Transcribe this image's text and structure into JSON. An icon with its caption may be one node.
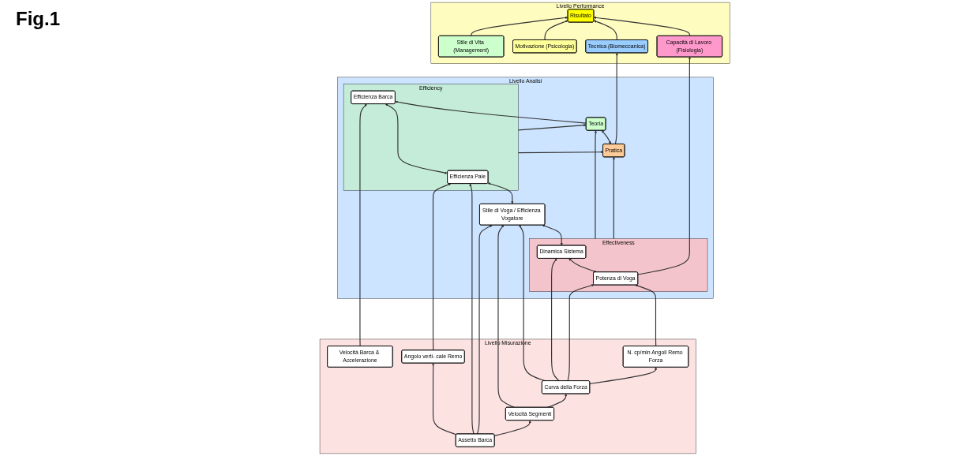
{
  "diagram": {
    "nodes": [
      {
        "text": [
          "Livello Performance"
        ]
      },
      {
        "text": [
          "Risultato"
        ],
        "in": 0
      },
      {
        "text": [
          "Capacità di Lavoro (Fisiologia)"
        ],
        "in": 0
      },
      {
        "text": [
          "Tecnica (Biomeccanica)"
        ],
        "in": 0
      },
      {
        "text": [
          "Motivazione (Psicologia)"
        ],
        "in": 0
      },
      {
        "text": [
          "Stile di Vita (Management)"
        ],
        "in": 0
      },
      {
        "text": [
          "Livello Analisi"
        ]
      },
      {
        "text": [
          "Pratica"
        ],
        "in": 6
      },
      {
        "text": [
          "Teoria"
        ],
        "in": 6
      },
      {
        "text": [
          "Effectiveness"
        ],
        "in": 6
      },
      {
        "text": [
          "Efficiency"
        ],
        "in": 6
      },
      {
        "text": [
          "Potenza di Voga"
        ],
        "in": 9
      },
      {
        "text": [
          "Dinamica Sistema"
        ],
        "in": 9
      },
      {
        "text": [
          "Stile di Voga / Efficienza Vogatore"
        ],
        "in": 6
      },
      {
        "text": [
          "Efficienza Pale"
        ],
        "in": 10
      },
      {
        "text": [
          "Efficienza Barca"
        ],
        "in": 10
      },
      {
        "text": [
          "Livello Misurazione"
        ]
      },
      {
        "text": [
          "N. cp/min Angoli Remo Forza"
        ],
        "in": 16
      },
      {
        "text": [
          "Curva della Forza"
        ],
        "in": 16
      },
      {
        "text": [
          "Velocità Segmenti"
        ],
        "in": 16
      },
      {
        "text": [
          "Assetto Barca"
        ],
        "in": 16
      },
      {
        "text": [
          "Angolo verti- cale Remo"
        ],
        "in": 16
      },
      {
        "text": [
          "Velocità Barca & Accelerazione"
        ],
        "in": 16
      }
    ],
    "edges": [
      {
        "from": 2,
        "to": 1,
        "arrow": "to"
      },
      {
        "from": 3,
        "to": 1,
        "arrow": "to"
      },
      {
        "from": 4,
        "to": 1,
        "arrow": "to"
      },
      {
        "from": 5,
        "to": 1,
        "arrow": "to"
      },
      {
        "from": 11,
        "to": 2,
        "arrow": "to"
      },
      {
        "from": 7,
        "to": 3,
        "arrow": "to"
      },
      {
        "from": 7,
        "to": 8,
        "arrow": "both"
      },
      {
        "from": 9,
        "to": 7,
        "arrow": "to"
      },
      {
        "from": 10,
        "to": 8,
        "arrow": "to"
      },
      {
        "from": 9,
        "to": 8,
        "arrow": "to"
      },
      {
        "from": 10,
        "to": 7,
        "arrow": "to"
      },
      {
        "from": 8,
        "to": 15,
        "arrow": "to"
      },
      {
        "from": 11,
        "to": 12,
        "arrow": "both"
      },
      {
        "from": 12,
        "to": 13,
        "arrow": "both"
      },
      {
        "from": 13,
        "to": 14,
        "arrow": "both"
      },
      {
        "from": 14,
        "to": 15,
        "arrow": "both"
      },
      {
        "from": 17,
        "to": 11,
        "arrow": "to"
      },
      {
        "from": 18,
        "to": 11,
        "arrow": "to"
      },
      {
        "from": 18,
        "to": 12,
        "arrow": "to"
      },
      {
        "from": 18,
        "to": 13,
        "arrow": "to"
      },
      {
        "from": 18,
        "to": 17,
        "arrow": "to"
      },
      {
        "from": 19,
        "to": 18,
        "arrow": "to"
      },
      {
        "from": 19,
        "to": 13,
        "arrow": "to"
      },
      {
        "from": 20,
        "to": 19,
        "arrow": "to"
      },
      {
        "from": 20,
        "to": 13,
        "arrow": "to"
      },
      {
        "from": 20,
        "to": 14,
        "arrow": "to"
      },
      {
        "from": 20,
        "to": 21,
        "arrow": "to"
      },
      {
        "from": 21,
        "to": 14,
        "arrow": "to"
      },
      {
        "from": 22,
        "to": 15,
        "arrow": "to"
      }
    ],
    "labels": [
      "Fig.1"
    ]
  }
}
